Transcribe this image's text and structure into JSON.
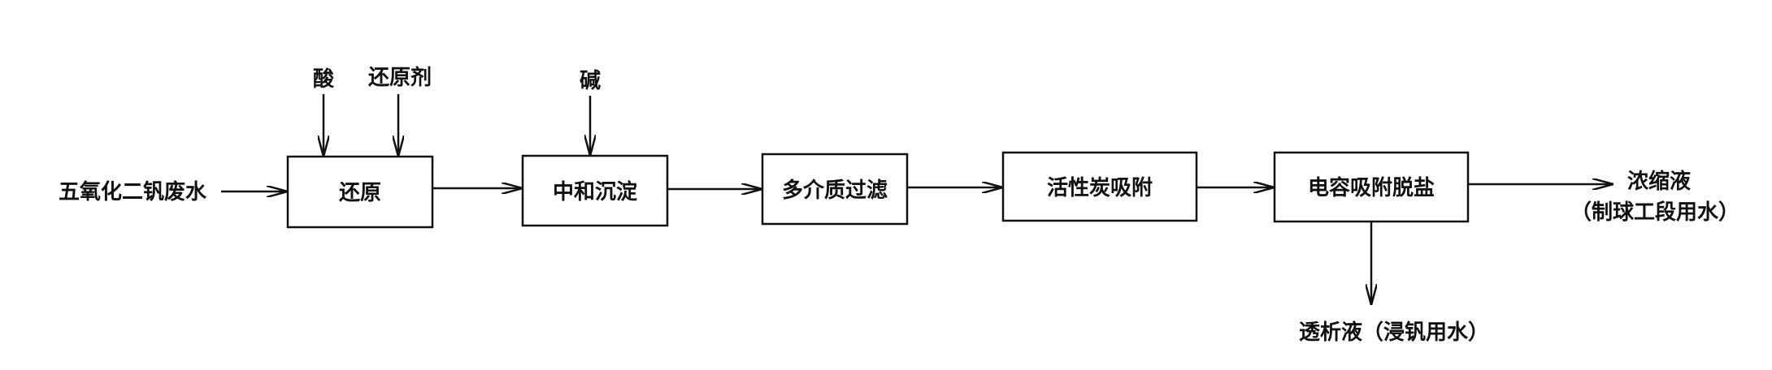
{
  "colors": {
    "stroke": "#111111",
    "text": "#111111",
    "background": "#ffffff"
  },
  "diagram": {
    "source": "五氧化二钒废水",
    "inputs": {
      "acid": "酸",
      "reducer": "还原剂",
      "base": "碱"
    },
    "steps": [
      "还原",
      "中和沉淀",
      "多介质过滤",
      "活性炭吸附",
      "电容吸附脱盐"
    ],
    "outputs": {
      "concentrate": "浓缩液",
      "concentrate_use": "（制球工段用水）",
      "dialysate": "透析液（浸钒用水）"
    }
  }
}
